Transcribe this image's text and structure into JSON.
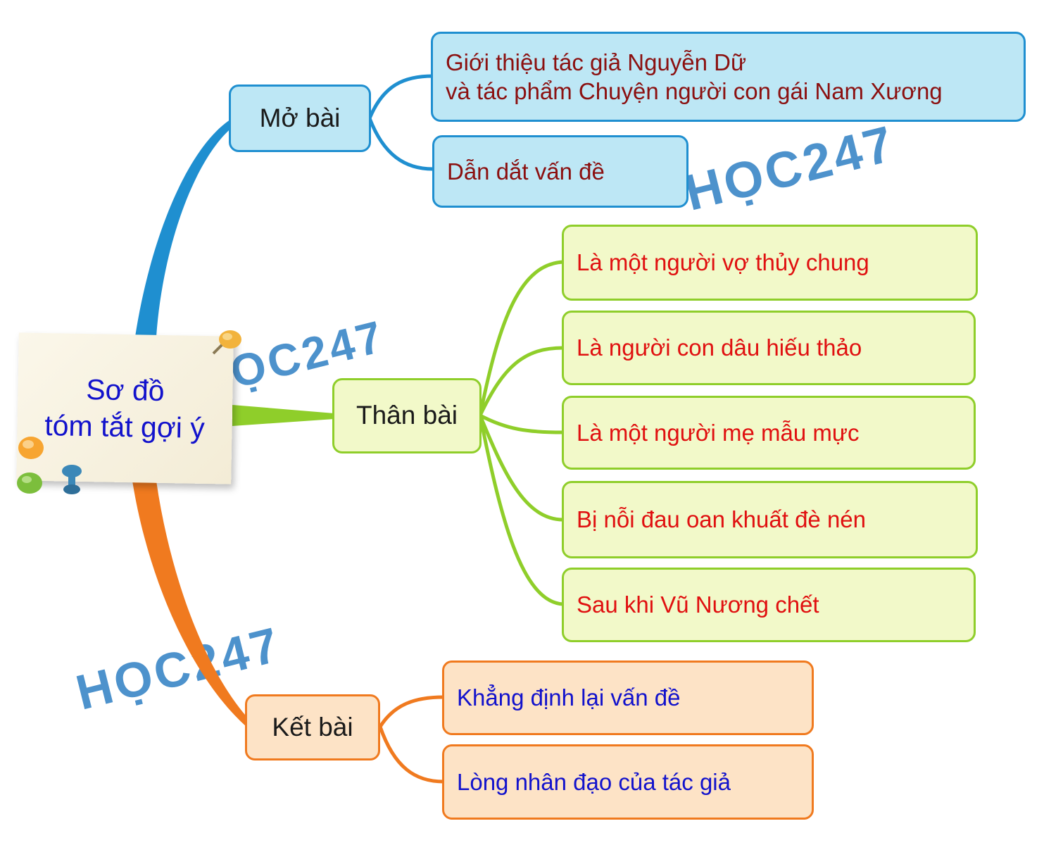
{
  "watermark": "HỌC247",
  "center": {
    "line1": "Sơ đồ",
    "line2": "tóm tắt gợi ý"
  },
  "sections": {
    "mo_bai": {
      "label": "Mở bài",
      "items": [
        {
          "line1": "Giới thiệu tác giả Nguyễn Dữ",
          "line2": "và tác phẩm Chuyện người con gái Nam Xương"
        },
        {
          "line1": "Dẫn dắt vấn đề"
        }
      ]
    },
    "than_bai": {
      "label": "Thân bài",
      "items": [
        "Là một người vợ thủy chung",
        "Là người con dâu hiếu thảo",
        "Là một người mẹ mẫu mực",
        "Bị nỗi đau oan khuất đè nén",
        "Sau khi Vũ Nương chết"
      ]
    },
    "ket_bai": {
      "label": "Kết bài",
      "items": [
        "Khẳng định lại vấn đề",
        "Lòng nhân đạo của tác giả"
      ]
    }
  },
  "colors": {
    "mo_bai": "#1f8fd0",
    "than_bai": "#8fce2a",
    "ket_bai": "#f07a1f",
    "watermark": "#2e7fc4"
  }
}
